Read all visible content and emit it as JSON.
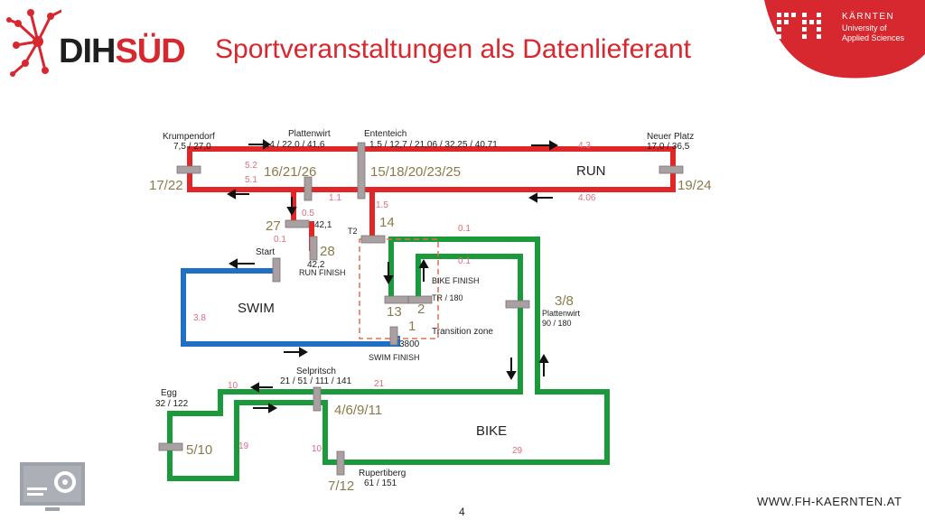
{
  "header": {
    "title": "Sportveranstaltungen als Datenlieferant",
    "logo_left": "DIH",
    "logo_right": "SÜD",
    "fh_name_line1": "KÄRNTEN",
    "fh_name_line2": "University of",
    "fh_name_line3": "Applied Sciences"
  },
  "colors": {
    "red": "#e02626",
    "green": "#1a9a3a",
    "blue": "#1f6fc5",
    "marker": "#a9a0a2",
    "orange_dashed": "#e07050",
    "pink_label": "#e46a7a",
    "olive_label": "#8b7b4a"
  },
  "diagram": {
    "places": {
      "krumpendorf": "Krumpendorf",
      "krumpendorf_val": "7,5 / 27,0",
      "plattenwirt_top": "Plattenwirt",
      "plattenwirt_top_val": "2,4 / 22,0 / 41,6",
      "ententeich": "Ententeich",
      "ententeich_val": "1,5 / 12,7 / 21,06 / 32,25 / 40,71",
      "neuer_platz": "Neuer Platz",
      "neuer_platz_val": "17,0 / 36,5",
      "start": "Start",
      "run_finish_val": "42,2",
      "run_finish": "RUN FINISH",
      "t2": "T2",
      "bike_finish": "BIKE FINISH",
      "tr": "TR / 180",
      "plattenwirt_right": "Plattenwirt",
      "plattenwirt_right_val": "90 / 180",
      "transition_zone": "Transition zone",
      "swim_finish_val": "3800",
      "swim_finish": "SWIM FINISH",
      "selpritsch": "Selpritsch",
      "selpritsch_val": "21 / 51 / 111 / 141",
      "egg": "Egg",
      "egg_val": "32 / 122",
      "rupertiberg": "Rupertiberg",
      "rupertiberg_val": "61 / 151",
      "val_42_1": "42,1"
    },
    "section_labels": {
      "run": "RUN",
      "swim": "SWIM",
      "bike": "BIKE"
    },
    "checkpoints": {
      "cp_17_22": "17/22",
      "cp_16_21_26": "16/21/26",
      "cp_15_18": "15/18/20/23/25",
      "cp_19_24": "19/24",
      "cp_27": "27",
      "cp_28": "28",
      "cp_14": "14",
      "cp_13": "13",
      "cp_2": "2",
      "cp_1": "1",
      "cp_3_8": "3/8",
      "cp_4_6_9_11": "4/6/9/11",
      "cp_5_10": "5/10",
      "cp_7_12": "7/12"
    },
    "distances": {
      "d_4_3": "4.3",
      "d_4_06": "4.06",
      "d_5_2": "5.2",
      "d_5_1": "5.1",
      "d_1_1": "1.1",
      "d_0_5": "0.5",
      "d_0_1a": "0.1",
      "d_1_5": "1.5",
      "d_0_1b": "0.1",
      "d_0_1c": "0.1",
      "d_3_8": "3.8",
      "d_10a": "10",
      "d_21": "21",
      "d_19": "19",
      "d_10b": "10",
      "d_29": "29"
    }
  },
  "footer": {
    "url": "WWW.FH-KAERNTEN.AT",
    "page": "4"
  }
}
